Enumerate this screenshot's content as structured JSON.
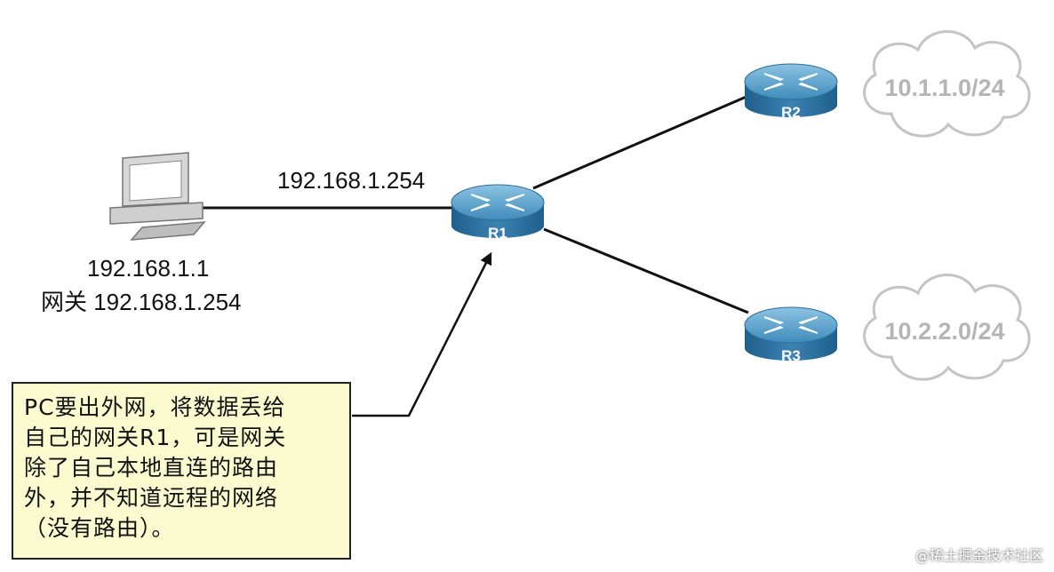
{
  "pc": {
    "ip": "192.168.1.1",
    "gateway": "网关 192.168.1.254"
  },
  "link_label": "192.168.1.254",
  "routers": [
    {
      "id": "r1",
      "label": "R1"
    },
    {
      "id": "r2",
      "label": "R2"
    },
    {
      "id": "r3",
      "label": "R3"
    }
  ],
  "networks": [
    {
      "id": "net1",
      "label": "10.1.1.0/24"
    },
    {
      "id": "net2",
      "label": "10.2.2.0/24"
    }
  ],
  "note": {
    "lines": [
      "PC要出外网，将数据丢给",
      "自己的网关R1，可是网关",
      "除了自己本地直连的路由",
      "外，并不知道远程的网络",
      "（没有路由）。"
    ]
  },
  "watermark": "@稀土掘金技术社区",
  "colors": {
    "router_top": "#5aa0c8",
    "router_side": "#2b6f9c",
    "note_bg": "#fbfbcf",
    "cloud": "#c4c4c4"
  }
}
